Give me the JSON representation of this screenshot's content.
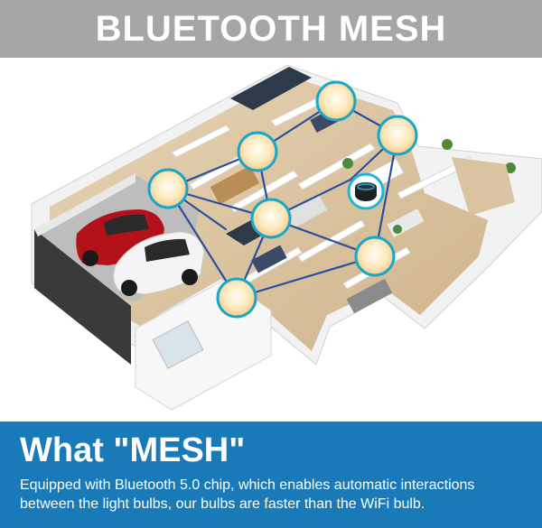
{
  "header": {
    "title": "BLUETOOTH MESH"
  },
  "footer": {
    "heading": "What \"MESH\"",
    "description": "Equipped with Bluetooth 5.0 chip, which enables automatic interactions between the light bulbs, our bulbs are faster than the WiFi bulb."
  },
  "illustration": {
    "icons": [
      "smart-bulb-icon",
      "smart-speaker-icon",
      "car-icon"
    ],
    "colors": {
      "mesh_link": "#2a4f9c",
      "bulb_ring": "#19a7c9",
      "bulb_glow": "#fde9bd",
      "speaker": "#1c1f24",
      "speaker_ring": "#1fb6d6"
    }
  }
}
